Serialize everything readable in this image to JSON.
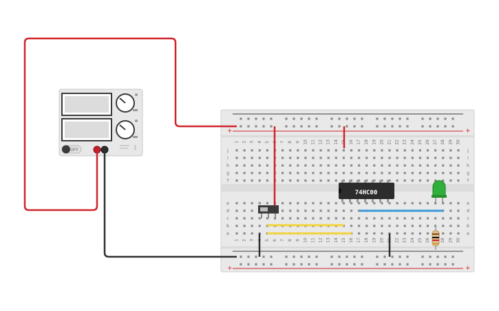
{
  "colors": {
    "wire_red": "#d0232b",
    "wire_black": "#2e2e2e",
    "jumper_yellow": "#f2d43c",
    "jumper_blue": "#3a9ad8",
    "breadboard": "#e9e9e9",
    "power_supply": "#e7e7e7",
    "led_green": "#2fb03a",
    "ic_body": "#2c2c2c"
  },
  "power_supply": {
    "off_label": "OFF"
  },
  "breadboard": {
    "column_numbers": [
      "1",
      "2",
      "3",
      "4",
      "5",
      "6",
      "7",
      "8",
      "9",
      "10",
      "11",
      "12",
      "13",
      "14",
      "15",
      "16",
      "17",
      "18",
      "19",
      "20",
      "21",
      "22",
      "23",
      "24",
      "25",
      "26",
      "27",
      "28",
      "29",
      "30"
    ],
    "row_letters_top": [
      "j",
      "i",
      "h",
      "g",
      "f"
    ],
    "row_letters_bottom": [
      "e",
      "d",
      "c",
      "b",
      "a"
    ],
    "rail_plus": "+",
    "rail_minus": "−"
  },
  "components": {
    "ic_label": "74HC00",
    "led_icon": "led-icon",
    "switch_icon": "slide-switch-icon",
    "resistor_icon": "resistor-icon"
  }
}
